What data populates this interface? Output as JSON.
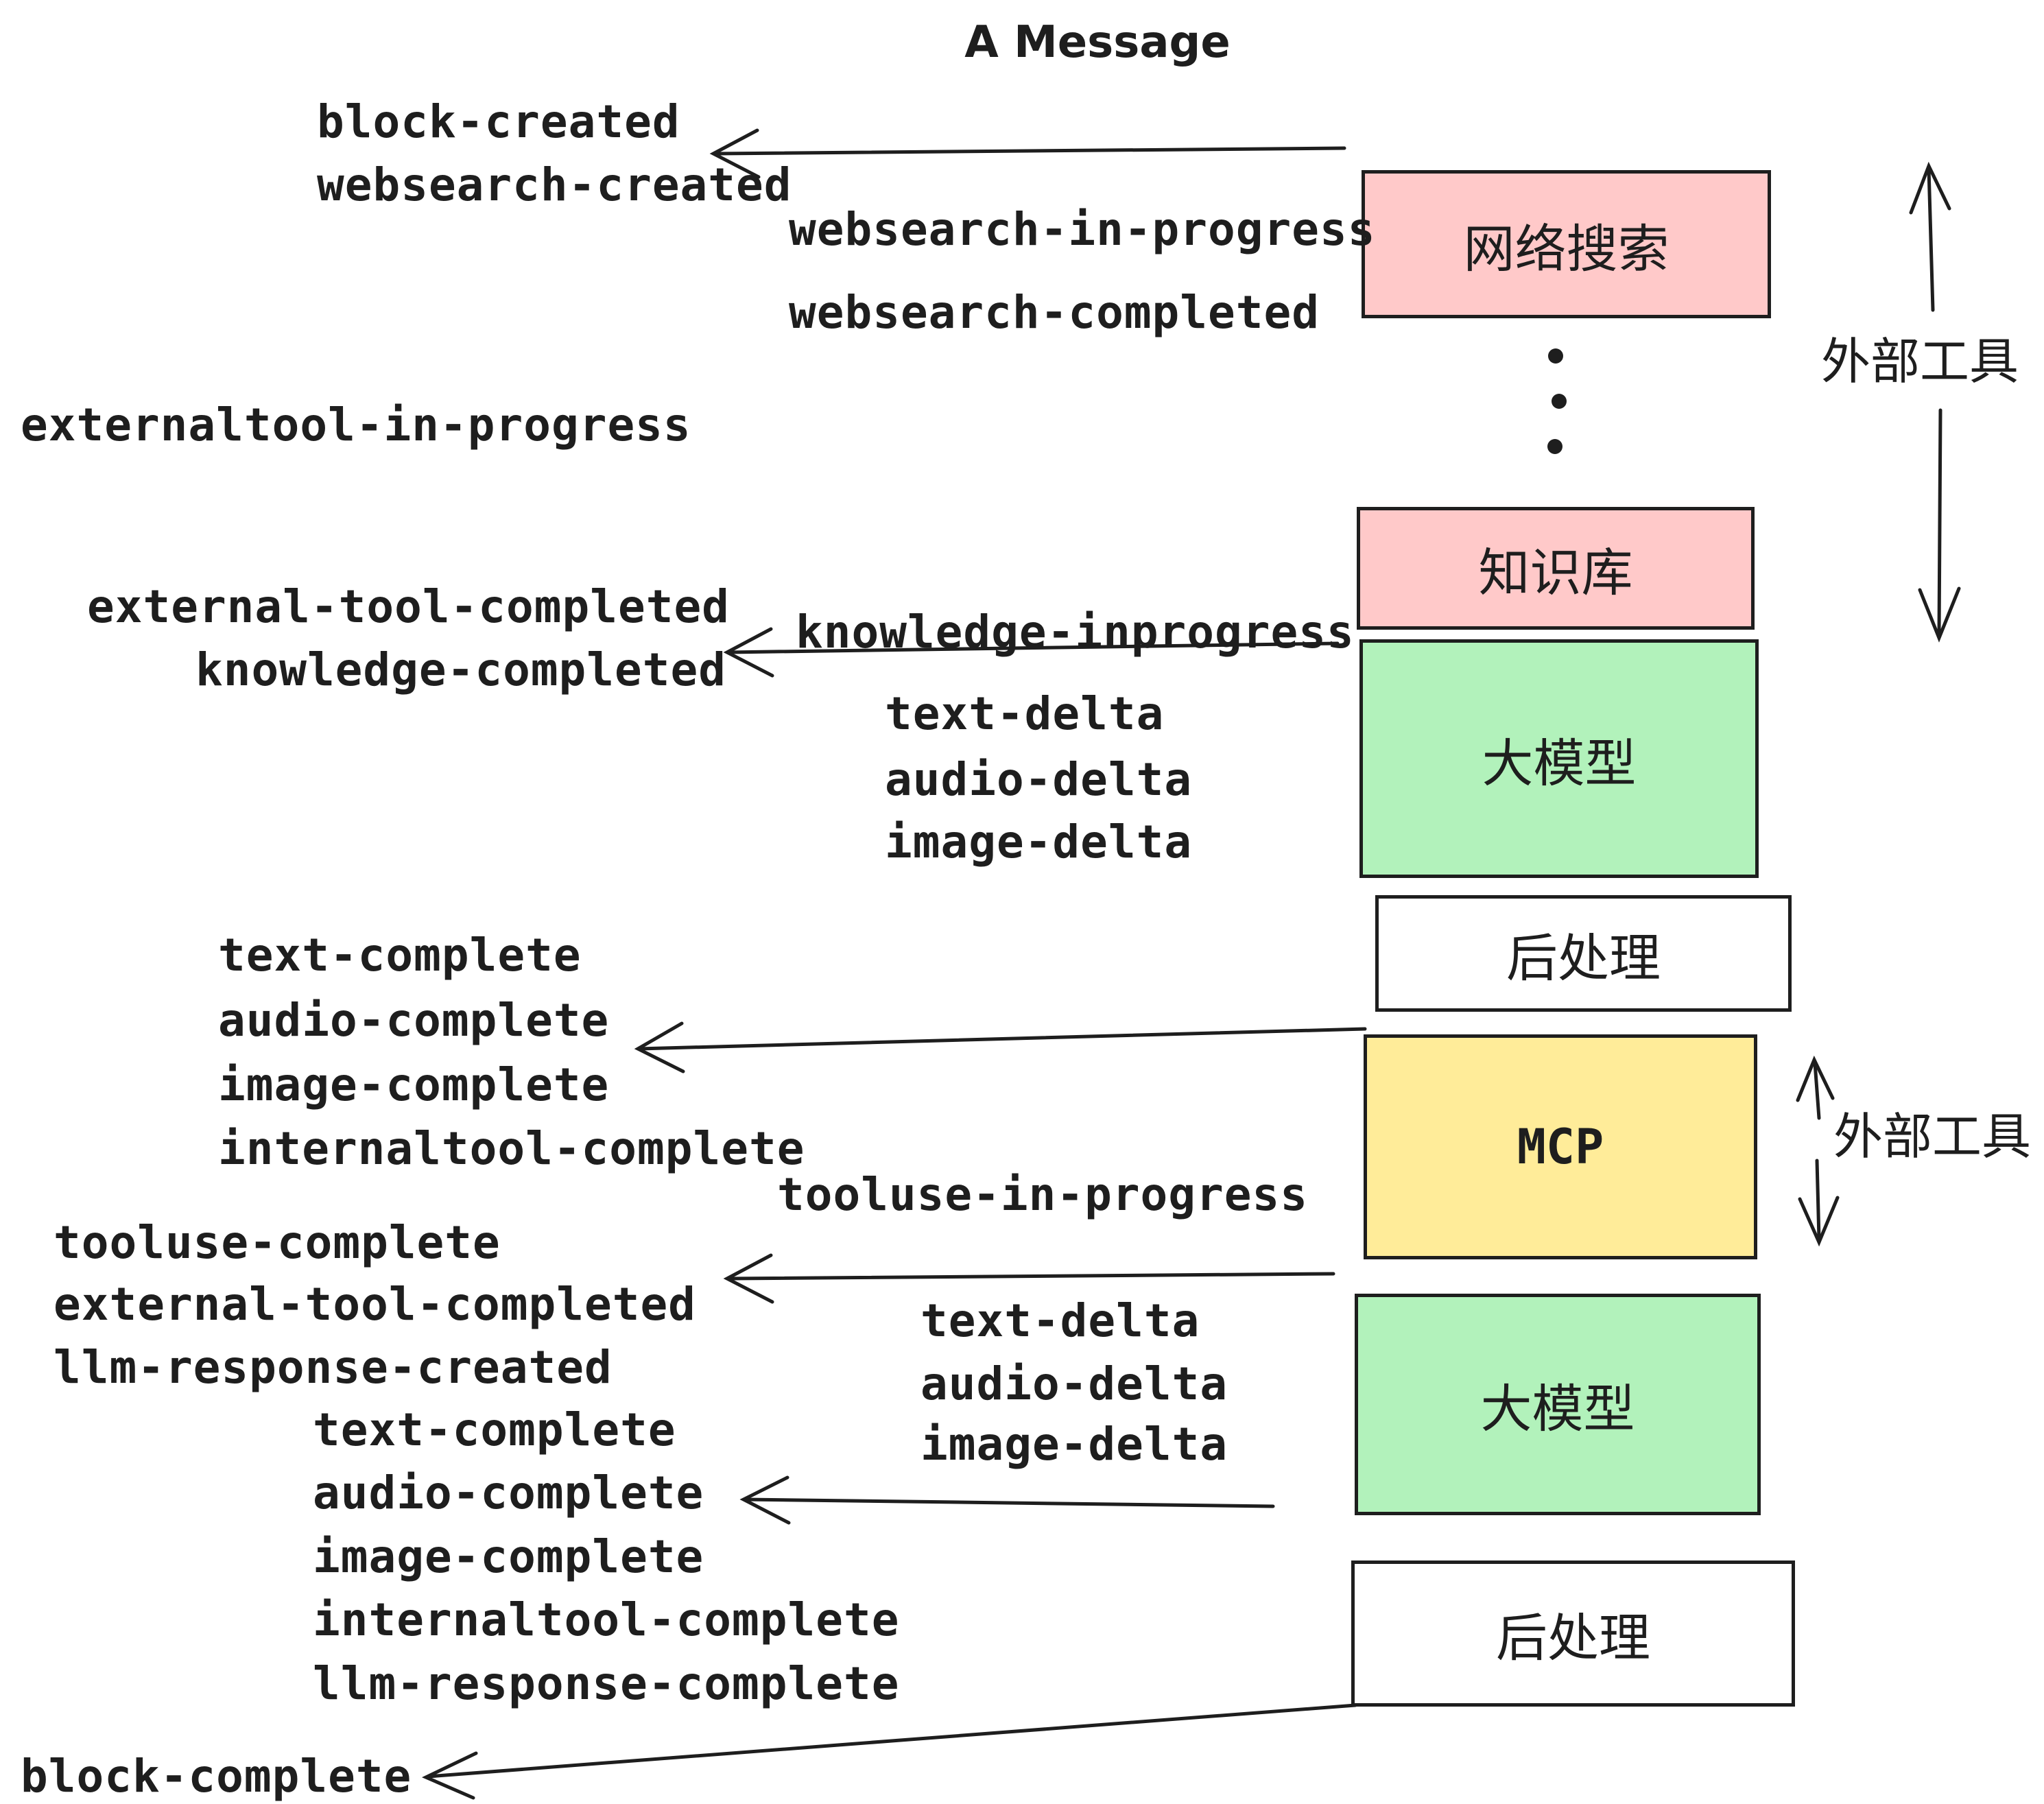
{
  "title": "A Message",
  "colors": {
    "pink": "#ffc9c9",
    "green": "#b2f2bb",
    "yellow": "#ffec99",
    "white": "#ffffff",
    "ink": "#1e1e1e"
  },
  "boxes": {
    "websearch": "网络搜索",
    "knowledge": "知识库",
    "llm1": "大模型",
    "post1": "后处理",
    "mcp": "MCP",
    "llm2": "大模型",
    "post2": "后处理"
  },
  "side_annotations": {
    "external_tools_top": "外部工具",
    "external_tools_mid": "外部工具"
  },
  "events": {
    "block_created": "block-created",
    "websearch_created": "websearch-created",
    "websearch_in_progress": "websearch-in-progress",
    "websearch_completed": "websearch-completed",
    "externaltool_in_progress": "externaltool-in-progress",
    "external_tool_completed_1": "external-tool-completed",
    "knowledge_inprogress": "knowledge-inprogress",
    "knowledge_completed": "knowledge-completed",
    "text_delta_1": "text-delta",
    "audio_delta_1": "audio-delta",
    "image_delta_1": "image-delta",
    "text_complete_1": "text-complete",
    "audio_complete_1": "audio-complete",
    "image_complete_1": "image-complete",
    "internaltool_complete_1": "internaltool-complete",
    "tooluse_in_progress": "tooluse-in-progress",
    "tooluse_complete": "tooluse-complete",
    "external_tool_completed_2": "external-tool-completed",
    "llm_response_created": "llm-response-created",
    "text_complete_2": "text-complete",
    "audio_complete_2": "audio-complete",
    "image_complete_2": "image-complete",
    "internaltool_complete_2": "internaltool-complete",
    "llm_response_complete": "llm-response-complete",
    "block_complete": "block-complete",
    "text_delta_2": "text-delta",
    "audio_delta_2": "audio-delta",
    "image_delta_2": "image-delta"
  }
}
